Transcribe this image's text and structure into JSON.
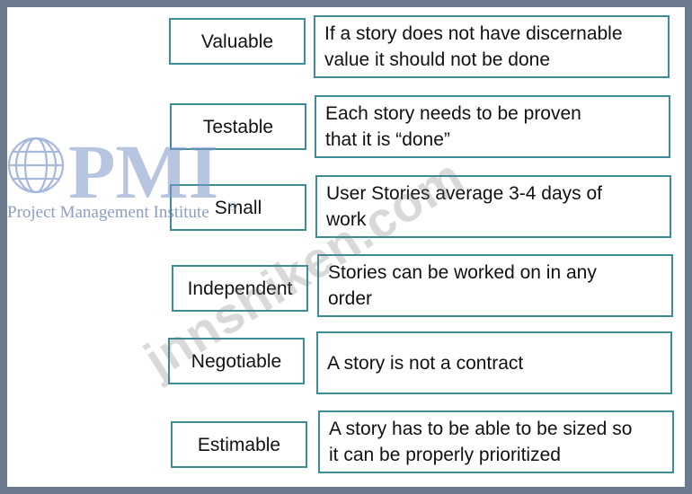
{
  "rows": [
    {
      "term": "Valuable",
      "description_lines": [
        "If a story does not have discernable",
        "value it should not be done"
      ]
    },
    {
      "term": "Testable",
      "description_lines": [
        "Each story needs to be proven",
        "that it is “done”"
      ]
    },
    {
      "term": "Small",
      "description_lines": [
        "User Stories average 3-4 days of",
        "work"
      ]
    },
    {
      "term": "Independent",
      "description_lines": [
        "Stories can be worked on in any",
        "order"
      ]
    },
    {
      "term": "Negotiable",
      "description_lines": [
        "A story is not a contract"
      ]
    },
    {
      "term": "Estimable",
      "description_lines": [
        "A story has to be able to be sized so",
        "it can be properly prioritized"
      ]
    }
  ],
  "watermarks": {
    "logo_letters": "PMI",
    "registered": "®",
    "org_name": "Project Management Institute",
    "site": "jnnshiken.com"
  },
  "colors": {
    "border": "#3c8d9a",
    "frame": "#6b7a8c",
    "logo": "#6f87b5"
  }
}
